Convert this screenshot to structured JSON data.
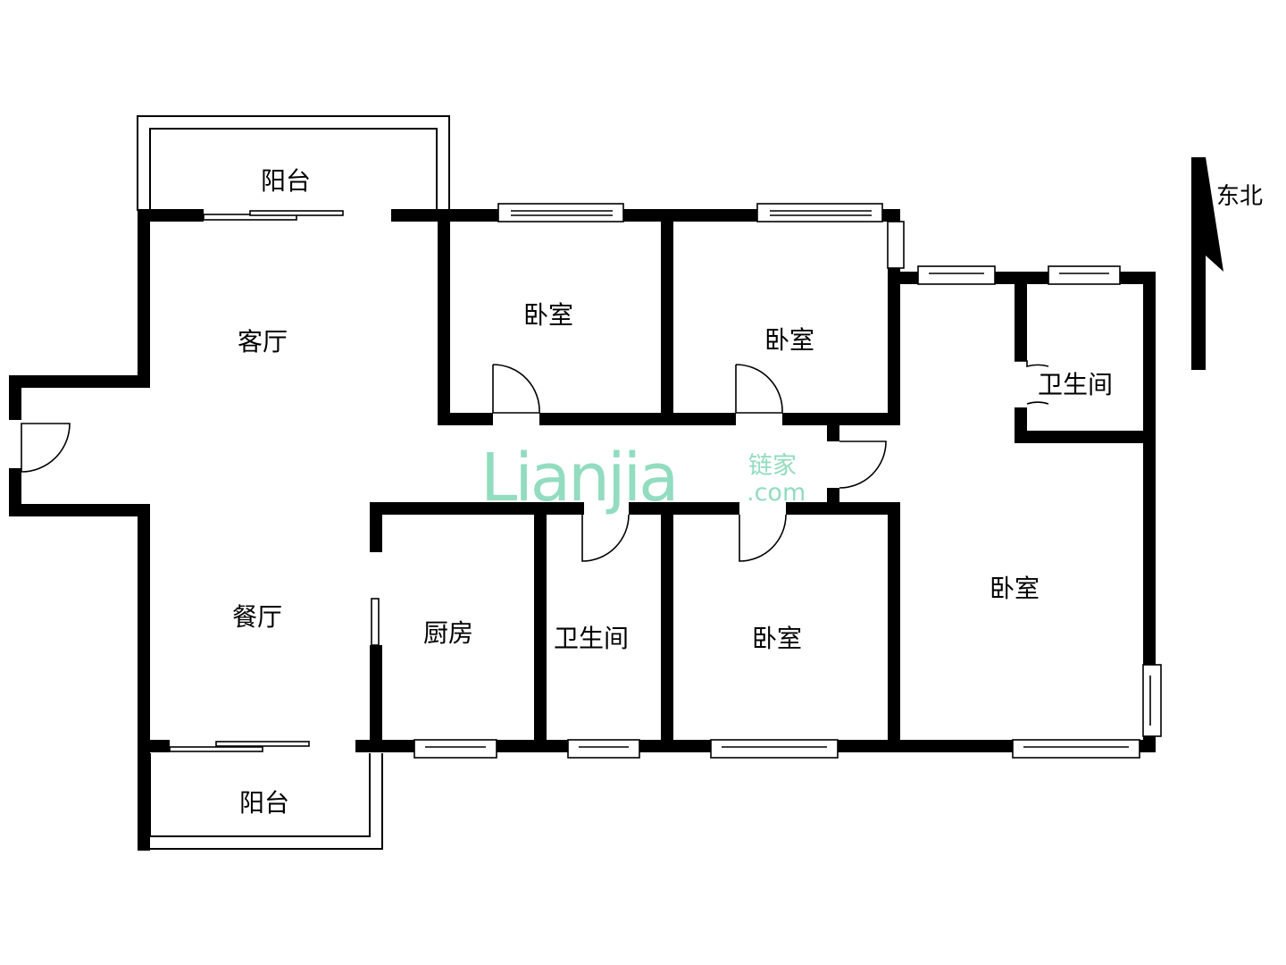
{
  "rooms": {
    "balcony_top": "阳台",
    "living_room": "客厅",
    "bedroom_1": "卧室",
    "bedroom_2": "卧室",
    "bathroom_master": "卫生间",
    "dining_room": "餐厅",
    "kitchen": "厨房",
    "bathroom_2": "卫生间",
    "bedroom_3": "卧室",
    "bedroom_master": "卧室",
    "balcony_bottom": "阳台"
  },
  "compass": {
    "label": "东北"
  },
  "watermark": {
    "brand": "Lianjia",
    "brand_cn": "链家",
    "domain": ".com"
  }
}
